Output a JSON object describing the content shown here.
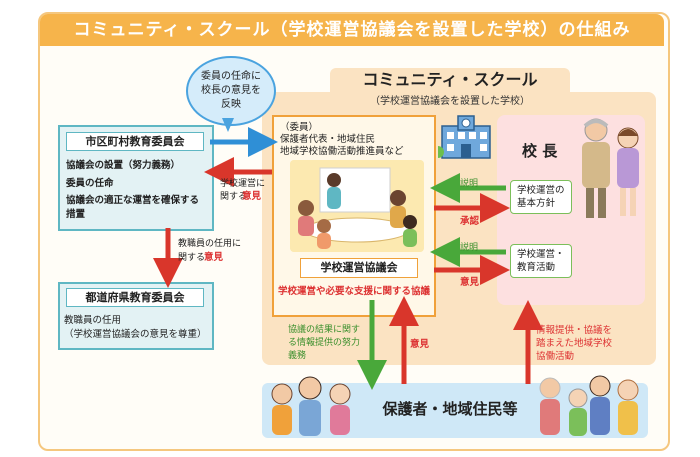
{
  "title": "コミュニティ・スクール（学校運営協議会を設置した学校）の仕組み",
  "community_school": {
    "title": "コミュニティ・スクール",
    "subtitle": "（学校運営協議会を設置した学校）"
  },
  "bubble": {
    "line1": "委員の任命に",
    "line2": "校長の意見を",
    "line3": "反映"
  },
  "municipal_board": {
    "heading": "市区町村教育委員会",
    "line1": "協議会の設置（努力義務）",
    "line2": "委員の任命",
    "line3": "協議会の適正な運営を確保する",
    "line4": "措置"
  },
  "prefectural_board": {
    "heading": "都道府県教育委員会",
    "line1": "教職員の任用",
    "line2": "（学校運営協議会の意見を尊重）"
  },
  "council": {
    "members_heading": "（委員）",
    "members_line1": "保護者代表・地域住民",
    "members_line2": "地域学校協働活動推進員など",
    "label": "学校運営協議会",
    "sub": "学校運営や必要な支援に関する協議"
  },
  "principal": {
    "label": "校 長",
    "policy_line1": "学校運営の",
    "policy_line2": "基本方針",
    "activities_line1": "学校運営・",
    "activities_line2": "教育活動"
  },
  "residents": {
    "label": "保護者・地域住民等"
  },
  "arrow_labels": {
    "school_opinion_line1": "学校運営に",
    "school_opinion_line2": "関する",
    "school_opinion_strong": "意見",
    "staff_opinion_line1": "教職員の任用に",
    "staff_opinion_line2": "関する",
    "staff_opinion_strong": "意見",
    "explain1": "説明",
    "approve": "承認",
    "explain2": "説明",
    "opinion_principal": "意見",
    "info_effort_line1": "協議の結果に関す",
    "info_effort_line2": "る情報提供の努力",
    "info_effort_line3": "義務",
    "opinion_residents": "意見",
    "residents_info_line1": "情報提供・協議を",
    "residents_info_line2": "踏まえた地域学校",
    "residents_info_line3": "協働活動"
  },
  "colors": {
    "title_bar": "#f6b44b",
    "red_arrow": "#d9362b",
    "green_arrow": "#49a83a",
    "blue_arrow": "#2f8fd6"
  }
}
